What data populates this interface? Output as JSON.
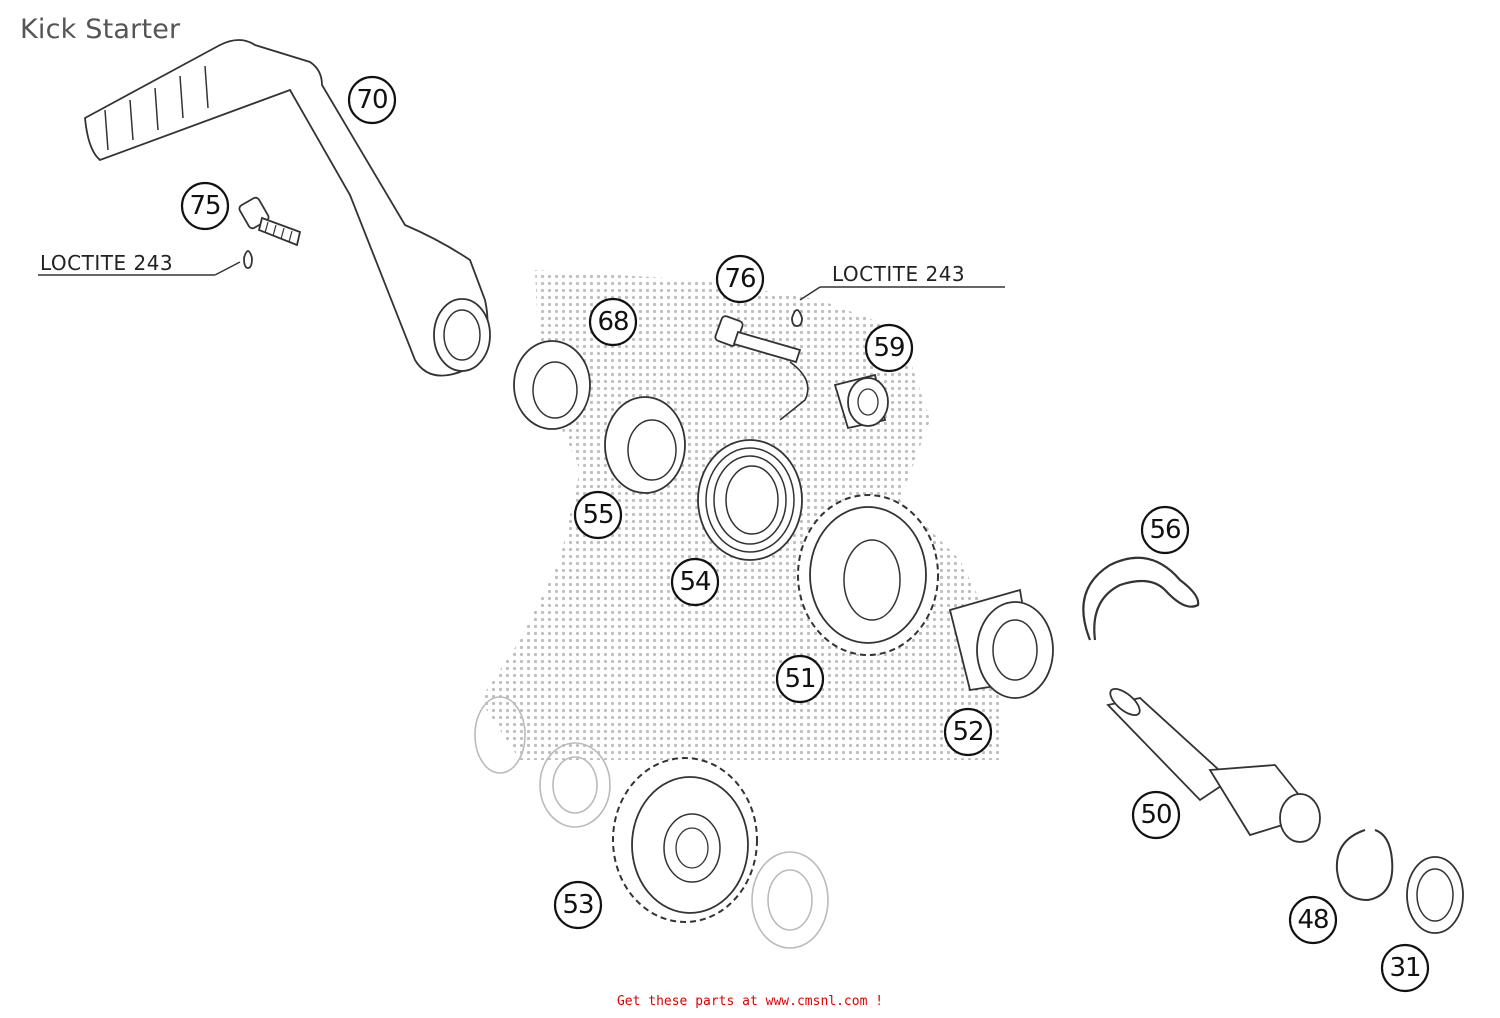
{
  "title": "Kick Starter",
  "notes": [
    {
      "id": "note-left",
      "text": "LOCTITE 243"
    },
    {
      "id": "note-right",
      "text": "LOCTITE 243"
    }
  ],
  "callouts": [
    {
      "id": "70",
      "label": "70"
    },
    {
      "id": "75",
      "label": "75"
    },
    {
      "id": "76",
      "label": "76"
    },
    {
      "id": "68",
      "label": "68"
    },
    {
      "id": "59",
      "label": "59"
    },
    {
      "id": "55",
      "label": "55"
    },
    {
      "id": "54",
      "label": "54"
    },
    {
      "id": "56",
      "label": "56"
    },
    {
      "id": "51",
      "label": "51"
    },
    {
      "id": "52",
      "label": "52"
    },
    {
      "id": "50",
      "label": "50"
    },
    {
      "id": "53",
      "label": "53"
    },
    {
      "id": "48",
      "label": "48"
    },
    {
      "id": "31",
      "label": "31"
    }
  ],
  "footer": {
    "prefix": "Get these parts at ",
    "link": "www.cmsnl.com",
    "suffix": " !"
  }
}
